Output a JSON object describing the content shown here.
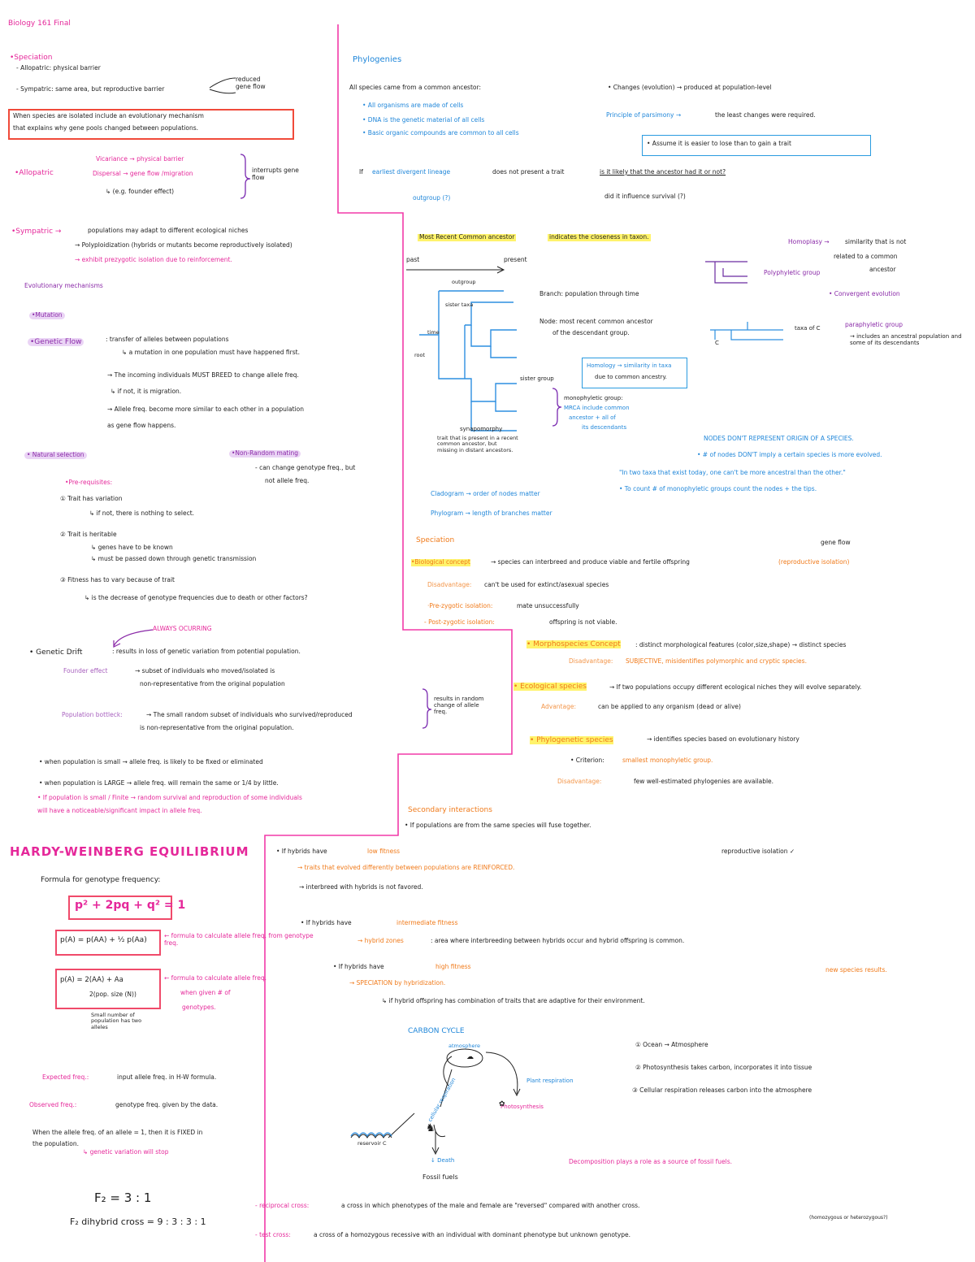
{
  "page_title": "Biology 161 Final",
  "left": {
    "speciation_heading": "•Speciation",
    "allopatric_def": "- Allopatric: physical barrier",
    "sympatric_def": "- Sympatric: same area, but reproductive barrier",
    "reduced_gene_flow": "reduced gene flow",
    "box_text_1": "When species are isolated include an evolutionary mechanism",
    "box_text_2": "that explains why gene pools changed between populations.",
    "allopatric_label": "•Allopatric",
    "vicariance": "Vicariance → physical barrier",
    "dispersal": "Dispersal → gene flow /migration",
    "founder_eg": "↳ (e.g. founder effect)",
    "interrupts": "interrupts gene flow",
    "sympatric_label": "•Sympatric →",
    "sympatric_1": "populations may adapt to different ecological niches",
    "sympatric_2": "→ Polyploidization (hybrids or mutants become reproductively isolated)",
    "sympatric_3": "→ exhibit prezygotic isolation due to reinforcement.",
    "evo_mech": "Evolutionary mechanisms",
    "mutation": "•Mutation",
    "genetic_flow": "•Genetic Flow",
    "gf_def": ": transfer of alleles between populations",
    "gf_mut": "↳ a mutation in one population must have happened first.",
    "gf_1": "→ The incoming individuals MUST BREED to change allele freq.",
    "gf_2": "↳ if not, it is migration.",
    "gf_3": "→ Allele freq. become more similar to each other in a population",
    "gf_4": "as gene flow happens.",
    "natural_selection": "• Natural selection",
    "non_random": "•Non-Random mating",
    "nr_1": "- can change genotype freq., but",
    "nr_2": "not allele freq.",
    "prereq": "•Pre-requisites:",
    "pr_1": "① Trait has variation",
    "pr_1b": "↳ if not, there is nothing to select.",
    "pr_2": "② Trait is heritable",
    "pr_2b": "↳ genes have to be known",
    "pr_2c": "↳ must be passed down through genetic transmission",
    "pr_3": "③ Fitness has to vary because of trait",
    "pr_3b": "↳ is the decrease of genotype frequencies due to death or other factors?",
    "always": "ALWAYS OCURRING",
    "genetic_drift": "• Genetic Drift",
    "gd_def": ": results in loss of genetic variation from potential population.",
    "founder": "Founder effect",
    "founder_def1": "→ subset of individuals who moved/isolated is",
    "founder_def2": "non-representative from the original population",
    "bottleneck": "Population bottleck:",
    "bottleneck_def1": "→ The small random subset of individuals who survived/reproduced",
    "bottleneck_def2": "is non-representative from the original population.",
    "random_change": "results in random change of allele freq.",
    "small_pop": "• when population is small → allele freq. is likely to be fixed or eliminated",
    "large_pop": "• when population is LARGE → allele freq. will remain the same or 1/4 by little.",
    "finite_1": "• If population is small / Finite → random survival and reproduction of some individuals",
    "finite_2": "will have a noticeable/significant impact in allele freq.",
    "hw_title": "HARDY-WEINBERG EQUILIBRIUM",
    "formula_label": "Formula for genotype frequency:",
    "hw_formula": "p² + 2pq + q² = 1",
    "pA_formula": "p(A) = p(AA) + ½ p(Aa)",
    "pA_note": "← formula to calculate allele freq. from genotype freq.",
    "pA2_num": "p(A) = 2(AA) + Aa",
    "pA2_den": "2(pop. size (N))",
    "pA2_note1": "← formula to calculate allele freq.",
    "pA2_note2": "when given # of",
    "pA2_note3": "genotypes.",
    "pA2_sub": "Small number of population has two alleles",
    "expected": "Expected freq.:",
    "expected_def": "input allele freq. in H-W formula.",
    "observed": "Observed freq.:",
    "observed_def": "genotype freq. given by the data.",
    "fixed_1": "When the allele freq. of an allele = 1, then it is FIXED in",
    "fixed_2": "the population.",
    "fixed_3": "↳ genetic variation will stop",
    "f2": "F₂ = 3 : 1",
    "f2_dihybrid": "F₂ dihybrid cross = 9 : 3 : 3 : 1"
  },
  "right": {
    "phylogenies": "Phylogenies",
    "common_ancestor": "All species came from a common ancestor:",
    "ca_1": "• All organisms are made of cells",
    "ca_2": "• DNA is the genetic material of all cells",
    "ca_3": "• Basic organic compounds are common to all cells",
    "changes": "• Changes (evolution) → produced at population-level",
    "parsimony": "Principle of parsimony →",
    "parsimony_def": "the least changes were required.",
    "assume": "• Assume it is easier to lose than to gain a trait",
    "earliest_1": "If",
    "earliest_lineage": "earliest divergent lineage",
    "earliest_2": "does not present a trait",
    "earliest_q": "is it likely that the ancestor had it or not?",
    "outgroup": "outgroup (?)",
    "influence": "did it influence survival (?)",
    "mrca": "Most Recent Common ancestor",
    "mrca_def": "indicates the closeness in taxon.",
    "homoplasy": "Homoplasy →",
    "homoplasy_def1": "similarity that is not",
    "homoplasy_def2": "related to a common",
    "homoplasy_def3": "ancestor",
    "convergent": "• Convergent evolution",
    "polyphyletic": "Polyphyletic group",
    "past": "past",
    "present": "present",
    "outgroup_tree": "outgroup",
    "time_label": "time",
    "root": "root",
    "branch": "Branch: population through time",
    "node": "Node: most recent common ancestor",
    "node_2": "of the descendant group.",
    "sister_taxa": "sister taxa",
    "homology": "Homology → similarity in taxa",
    "homology_2": "due to common ancestry.",
    "sister_group": "sister group",
    "mono_1": "monophyletic group:",
    "mono_2": "MRCA include common",
    "mono_3": "ancestor + all of",
    "mono_4": "its descendants",
    "synapomorphy": "synapomorphy",
    "syn_def": "trait that is present in a recent common ancestor, but missing in distant ancestors.",
    "taxa_c": "taxa of C",
    "paraphyletic": "paraphyletic group",
    "para_def": "→ includes an ancestral population and some of its descendants",
    "c_label": "C",
    "nodes_1": "NODES DON'T REPRESENT ORIGIN OF A SPECIES.",
    "nodes_2": "• # of nodes DON'T imply a certain species is more evolved.",
    "nodes_3": "\"In two taxa that exist today, one can't be more ancestral than the other.\"",
    "nodes_4": "• To count # of monophyletic groups count the nodes + the tips.",
    "cladogram": "Cladogram → order of nodes matter",
    "phylogram": "Phylogram → length of branches matter",
    "speciation": "Speciation",
    "bio_concept": "•Biological concept",
    "bio_def": "→ species can interbreed and produce viable and fertile offspring",
    "repro_iso": "(reproductive isolation)",
    "gene_flow_top": "gene flow",
    "disadv_1": "Disadvantage:",
    "disadv_1_def": "can't be used for extinct/asexual species",
    "prezygotic": "·Pre-zygotic isolation:",
    "prezygotic_def": "mate unsuccessfully",
    "postzygotic": "- Post-zygotic isolation:",
    "postzygotic_def": "offspring is not viable.",
    "morpho": "• Morphospecies Concept",
    "morpho_def": ": distinct morphological features (color,size,shape) → distinct species",
    "morpho_dis": "Disadvantage:",
    "morpho_dis_def": "SUBJECTIVE, misidentifies polymorphic and cryptic species.",
    "ecological": "• Ecological species",
    "eco_def": "→ If two populations occupy different ecological niches they will evolve separately.",
    "eco_adv": "Advantage:",
    "eco_adv_def": "can be applied to any organism (dead or alive)",
    "phylogenetic": "• Phylogenetic species",
    "phylo_def": "→ identifies species based on evolutionary history",
    "criterion": "• Criterion:",
    "criterion_def": "smallest monophyletic group.",
    "phylo_dis": "Disadvantage:",
    "phylo_dis_def": "few well-estimated phylogenies are available.",
    "secondary": "Secondary interactions",
    "secondary_def": "• If populations are from the same species will fuse together.",
    "low_fit_1": "• If hybrids have",
    "low_fit": "low fitness",
    "reinforced": "→ traits that evolved differently between populations are REINFORCED.",
    "repro_iso2": "reproductive isolation ✓",
    "not_favored": "→ interbreed with hybrids is not favored.",
    "inter_1": "• If hybrids have",
    "inter_fit": "intermediate fitness",
    "hybrid_zones": "→ hybrid zones",
    "hybrid_zones_def": ": area where interbreeding between hybrids occur and hybrid offspring is common.",
    "high_1": "• If hybrids have",
    "high_fit": "high fitness",
    "spec_hyb": "→ SPECIATION by hybridization.",
    "spec_hyb_def": "↳ if hybrid offspring has combination of traits that are adaptive for their environment.",
    "new_species": "new species results.",
    "carbon": "CARBON CYCLE",
    "atmosphere": "atmosphere",
    "plant_resp": "Plant respiration",
    "cell_resp": "cellular respiration",
    "photo": "Photosynthesis",
    "reservoir": "reservoir C",
    "death": "↓ Death",
    "fossil": "Fossil fuels",
    "c1": "① Ocean → Atmosphere",
    "c2": "② Photosynthesis takes carbon, incorporates it into tissue",
    "c3": "③ Cellular respiration releases carbon into the atmosphere",
    "decomp": "Decomposition plays a role as a source of fossil fuels.",
    "reciprocal": "- reciprocal cross:",
    "reciprocal_def": "a cross in which phenotypes of the male and female are \"reversed\" compared with another cross.",
    "testcross": "- test cross:",
    "testcross_def": "a cross of a homozygous recessive with an individual with dominant phenotype but unknown genotype.",
    "homo_hetero": "(homozygous or heterozygous?)"
  }
}
